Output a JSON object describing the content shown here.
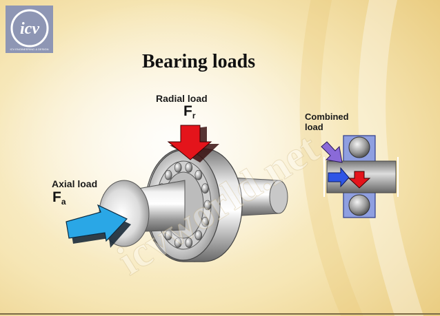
{
  "title": "Bearing loads",
  "logo": {
    "mark": "icv",
    "tagline": "ICV ENGINEERING & DESIGN",
    "background": "#8e96b4"
  },
  "labels": {
    "radial": {
      "text": "Radial load",
      "symbol": "F",
      "subscript": "r"
    },
    "axial": {
      "text": "Axial load",
      "symbol": "F",
      "subscript": "a"
    },
    "combined": {
      "line1": "Combined",
      "line2": "load"
    }
  },
  "watermark": "icvworld.net",
  "colors": {
    "background_light": "#fbf3dc",
    "background_dark": "#e9c97a",
    "radial_arrow": "#e4141b",
    "axial_arrow": "#2aa7e6",
    "combined_blue": "#2e55e6",
    "combined_red": "#e4141b",
    "bearing_housing": "#8f9fe0"
  }
}
